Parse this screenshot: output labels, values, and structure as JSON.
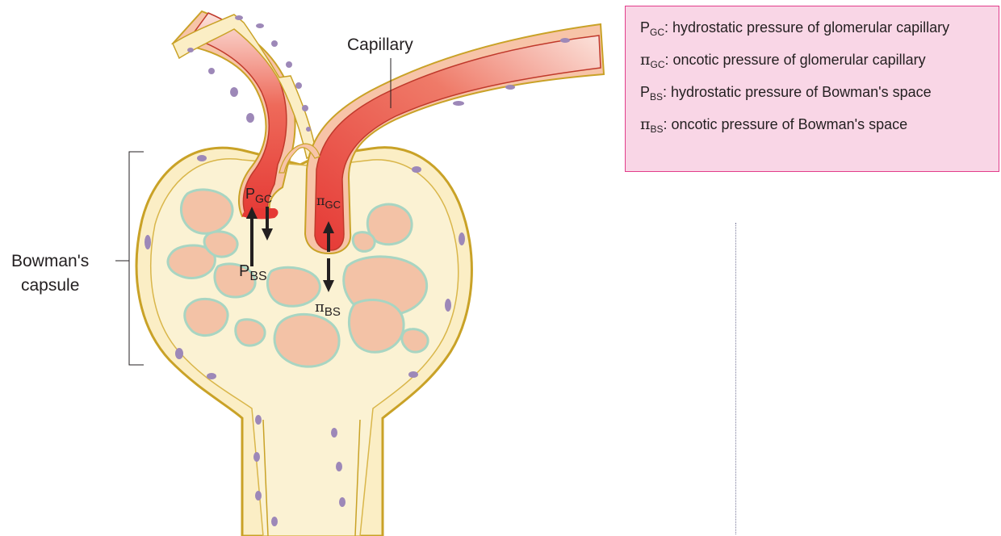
{
  "labels": {
    "capillary": "Capillary",
    "bowmans_capsule_line1": "Bowman's",
    "bowmans_capsule_line2": "capsule"
  },
  "symbols": {
    "p_gc": {
      "base": "P",
      "sub": "GC"
    },
    "pi_gc": {
      "base": "π",
      "sub": "GC"
    },
    "p_bs": {
      "base": "P",
      "sub": "BS"
    },
    "pi_bs": {
      "base": "π",
      "sub": "BS"
    }
  },
  "legend": [
    {
      "base": "P",
      "greek": false,
      "sub": "GC",
      "text": ": hydrostatic pressure of glomerular capillary"
    },
    {
      "base": "π",
      "greek": true,
      "sub": "GC",
      "text": ": oncotic pressure of glomerular capillary"
    },
    {
      "base": "P",
      "greek": false,
      "sub": "BS",
      "text": ": hydrostatic pressure of Bowman's space"
    },
    {
      "base": "π",
      "greek": true,
      "sub": "BS",
      "text": ": oncotic pressure of Bowman's space"
    }
  ],
  "colors": {
    "capsule_fill": "#fbeec5",
    "capsule_outline": "#c9a227",
    "capillary_red": "#e83a3a",
    "vessel_wall": "#f7c4a8",
    "cell_nucleus": "#9d88b8",
    "legend_fill": "#f9d6e6",
    "legend_border": "#e23d8b"
  }
}
